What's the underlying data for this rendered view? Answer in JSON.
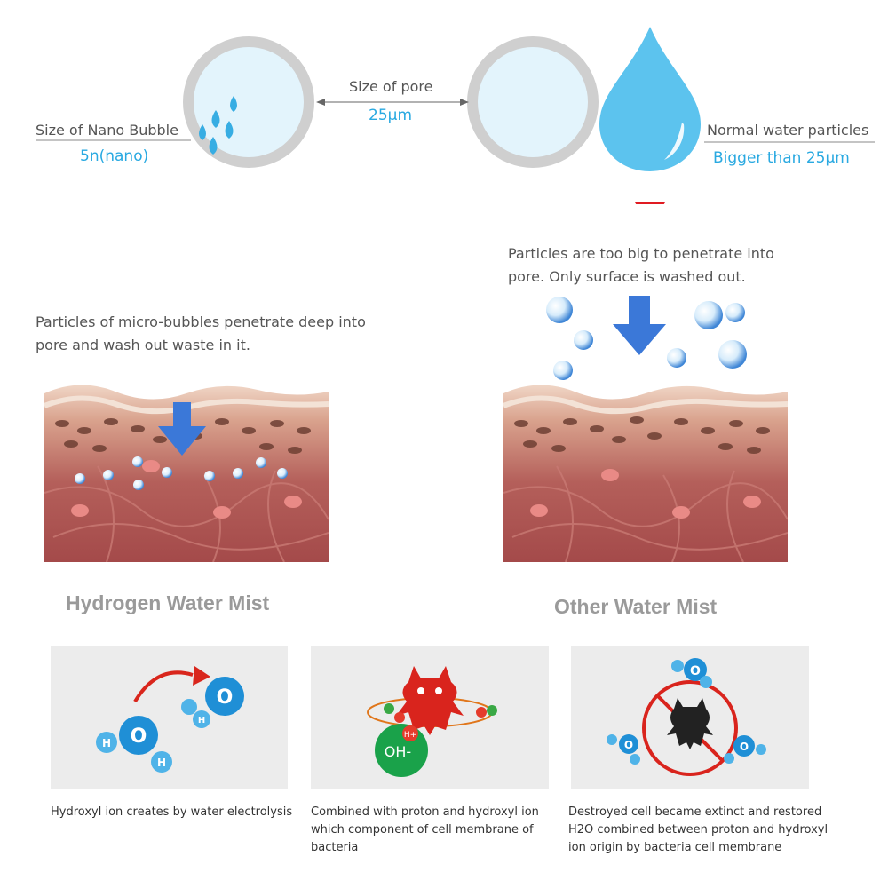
{
  "pore_diagram": {
    "nano_label": "Size of Nano Bubble",
    "nano_value": "5n(nano)",
    "pore_label": "Size of pore",
    "pore_value": "25µm",
    "normal_label": "Normal water particles",
    "normal_value": "Bigger than 25µm"
  },
  "left_column": {
    "description": "Particles of micro-bubbles penetrate deep into pore and wash out waste in it.",
    "title": "Hydrogen Water Mist"
  },
  "right_column": {
    "description": "Particles are too big to penetrate into pore. Only surface is washed out.",
    "title": "Other Water Mist"
  },
  "panels": [
    {
      "caption": "Hydroxyl ion creates by water electrolysis",
      "mol_o": "O",
      "mol_h": "H"
    },
    {
      "caption": "Combined with proton and hydroxyl ion which component of cell membrane of bacteria",
      "oh_label": "OH-",
      "h_label": "H+"
    },
    {
      "caption": "Destroyed cell became extinct and restored H2O combined between proton and hydroxyl ion origin by bacteria cell membrane"
    }
  ],
  "colors": {
    "accent_blue": "#29a9e1",
    "drop_blue": "#5cc3ee",
    "arrow_red": "#e01b22",
    "arrow_blue": "#3b78d8",
    "skin_top": "#e8c9b4",
    "skin_deep": "#9b4d4a"
  }
}
